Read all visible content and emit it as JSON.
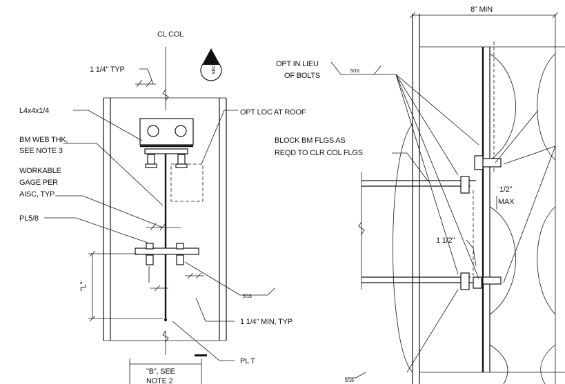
{
  "left_detail": {
    "col_centerline": "CL COL",
    "typ_spacing": "1 1/4\" TYP",
    "angle": "L4x4x1/4",
    "web_thk_line1": "BM WEB THK,",
    "web_thk_line2": "SEE NOTE 3",
    "gage_line1": "WORKABLE",
    "gage_line2": "GAGE PER",
    "gage_line3": "AISC, TYP",
    "plate": "PL5/8",
    "roof_option": "OPT LOC AT ROOF",
    "dim_L": "\"L\"",
    "weld_size": "5/16",
    "min_spacing": "1 1/4\" MIN, TYP",
    "plate_t": "PL T",
    "dim_B_line1": "\"B\", SEE",
    "dim_B_line2": "NOTE 2",
    "section_tag": "SECT"
  },
  "right_detail": {
    "min_dim": "8\" MIN",
    "weld_option_line1": "OPT IN LIEU",
    "weld_option_line2": "OF BOLTS",
    "weld_size": "5/16",
    "block_line1": "BLOCK BM FLGS AS",
    "block_line2": "REQD TO CLR COL FLGS",
    "max_line1": "1/2\"",
    "max_line2": "MAX",
    "edge_dim": "1 1/2\"",
    "weld_size_bottom": "5/16"
  }
}
